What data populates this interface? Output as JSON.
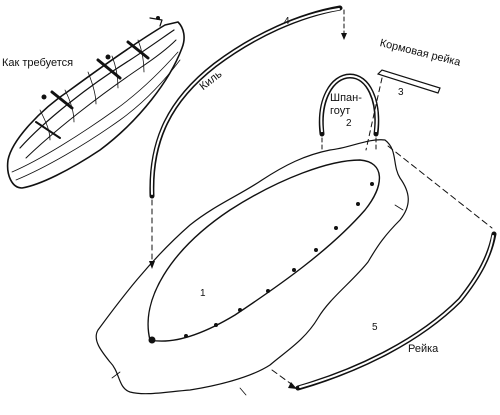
{
  "labels": {
    "as_required": "Как требуется",
    "keel": "Киль",
    "stern_rail": "Кормовая рейка",
    "frame_line1": "Шпан-",
    "frame_line2": "гоут",
    "rail": "Рейка"
  },
  "numbers": {
    "n1": "1",
    "n2": "2",
    "n3": "3",
    "n4": "4",
    "n5": "5"
  }
}
